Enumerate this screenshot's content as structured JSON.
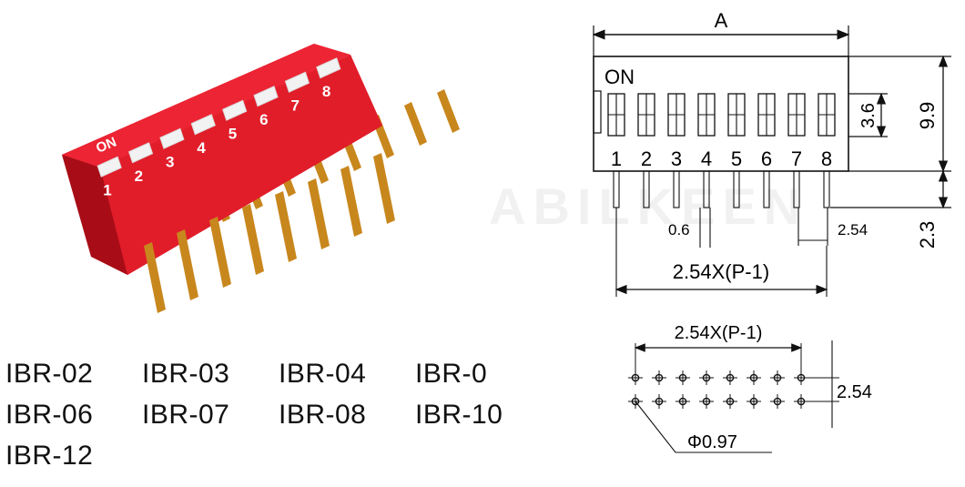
{
  "photo": {
    "on_label": "ON",
    "switch_numbers": [
      "1",
      "2",
      "3",
      "4",
      "5",
      "6",
      "7",
      "8"
    ],
    "body_color": "#e11d2a",
    "pin_color": "#c8871d"
  },
  "models": [
    "IBR-02",
    "IBR-03",
    "IBR-04",
    "IBR-0",
    "IBR-06",
    "IBR-07",
    "IBR-08",
    "IBR-10",
    "IBR-12"
  ],
  "watermark": "ABILKEEN",
  "drawing": {
    "dim_a": "A",
    "on_label": "ON",
    "switch_numbers": [
      "1",
      "2",
      "3",
      "4",
      "5",
      "6",
      "7",
      "8"
    ],
    "dim_3_6": "3.6",
    "dim_9_9": "9.9",
    "dim_2_3": "2.3",
    "dim_0_6": "0.6",
    "dim_2_54_pitch": "2.54",
    "dim_span": "2.54X(P-1)",
    "footprint_span": "2.54X(P-1)",
    "footprint_row_gap": "2.54",
    "hole_diameter": "Φ0.97"
  }
}
